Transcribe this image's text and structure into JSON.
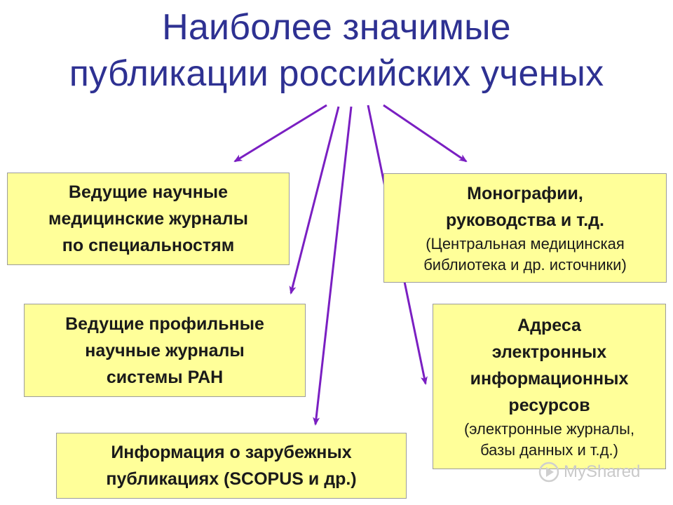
{
  "title": {
    "line1": "Наиболее значимые",
    "line2": "публикации российских ученых"
  },
  "boxes": {
    "journals": {
      "main": [
        "Ведущие научные",
        "медицинские журналы",
        "по специальностям"
      ]
    },
    "monographs": {
      "main": [
        "Монографии,",
        "руководства и т.д."
      ],
      "sub": [
        "(Центральная медицинская",
        "библиотека и др. источники)"
      ]
    },
    "ran": {
      "main": [
        "Ведущие профильные",
        "научные журналы",
        "системы РАН"
      ]
    },
    "eres": {
      "main": [
        "Адреса",
        "электронных",
        "информационных",
        "ресурсов"
      ],
      "sub": [
        "(электронные журналы,",
        "базы данных и т.д.)"
      ]
    },
    "foreign": {
      "main": [
        "Информация о зарубежных",
        "публикациях (SCOPUS и др.)"
      ]
    }
  },
  "watermark": {
    "text": "MyShared",
    "icon": "play-icon"
  },
  "colors": {
    "title": "#2e3192",
    "arrow": "#7a1fc2",
    "box_fill": "#ffff99",
    "box_border": "#9c9c9c"
  }
}
